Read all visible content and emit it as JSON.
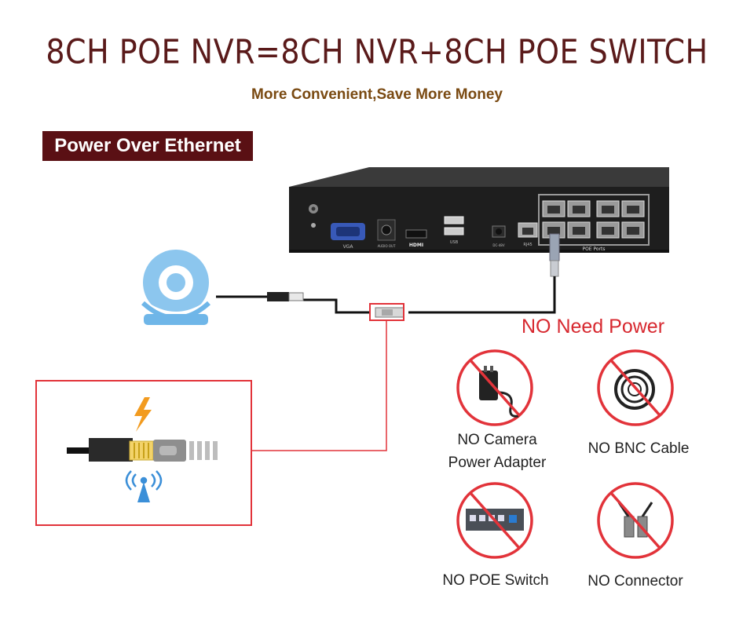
{
  "header": {
    "title": "8CH POE NVR=8CH NVR+8CH POE SWITCH",
    "subtitle": "More Convenient,Save More Money"
  },
  "section_label": "Power Over Ethernet",
  "nvr": {
    "ports": [
      "VGA",
      "AUDIO OUT",
      "HDMI",
      "USB",
      "DC-48V",
      "RJ45",
      "POE Ports"
    ],
    "hdmi_logo": "HDMI"
  },
  "no_need_power": "NO Need Power",
  "items": [
    {
      "line1": "NO Camera",
      "line2": "Power Adapter",
      "icon": "power-adapter-icon"
    },
    {
      "line1": "NO BNC Cable",
      "icon": "bnc-cable-icon"
    },
    {
      "line1": "NO POE Switch",
      "icon": "poe-switch-icon"
    },
    {
      "line1": "NO Connector",
      "icon": "bnc-connector-icon"
    }
  ],
  "colors": {
    "title": "#5a1a1a",
    "subtitle": "#7a4a12",
    "label_bg": "#5a1014",
    "accent_red": "#d7282f",
    "camera_blue": "#6fb6e8",
    "bolt_orange": "#f29b1f"
  }
}
